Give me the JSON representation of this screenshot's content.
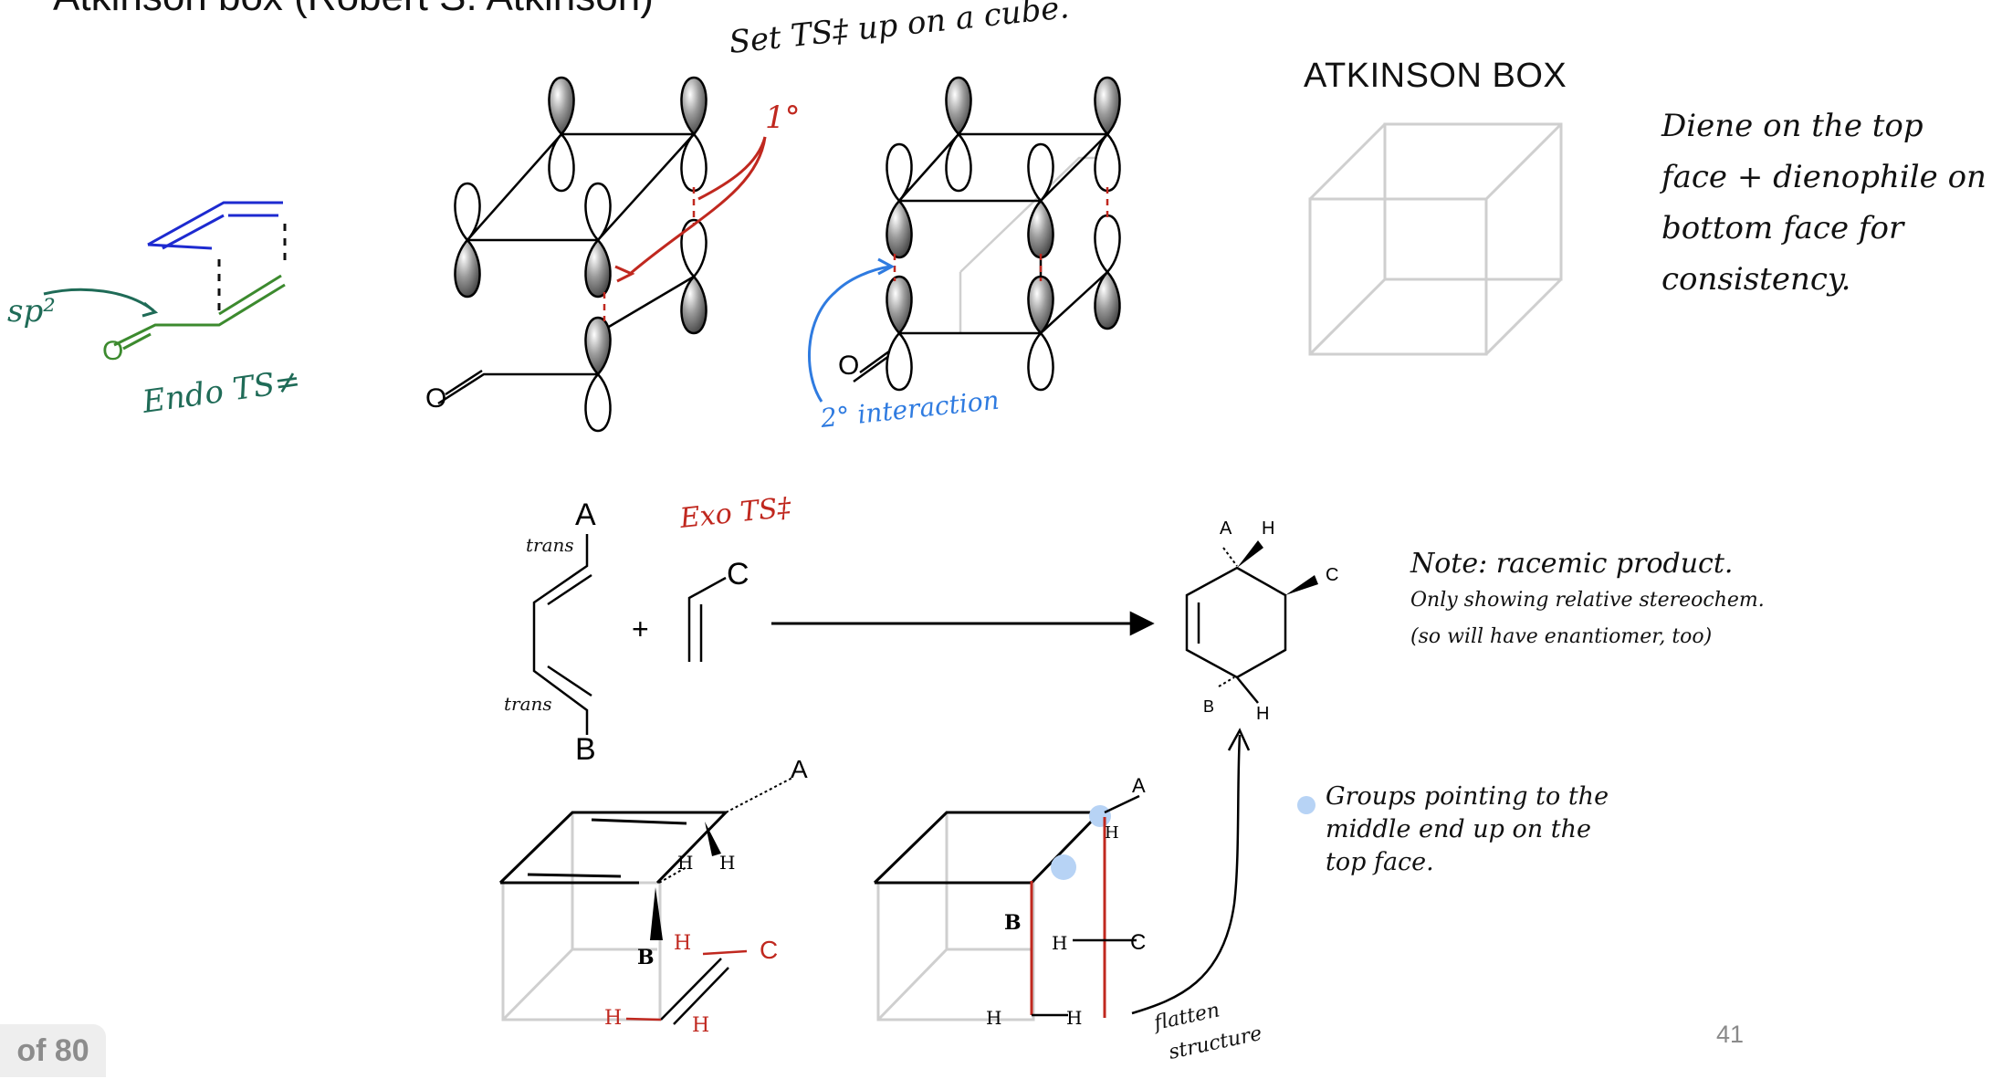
{
  "slide": {
    "title": "Atkinson box (Robert S. Atkinson)",
    "box_title": "ATKINSON BOX",
    "slide_number": "41",
    "page_indicator": "of 80"
  },
  "annotations": {
    "set_ts": "Set TS‡ up on a cube.",
    "primary": "1°",
    "secondary": "2° interaction",
    "sp2": "sp²",
    "endo": "Endo TS≠",
    "exo": "Exo TS‡",
    "trans_top": "trans",
    "trans_bottom": "trans",
    "flatten": [
      "flatten",
      "structure"
    ]
  },
  "notes": {
    "top_face": [
      "Diene on the top",
      "face + dienophile on",
      "bottom face for",
      "consistency."
    ],
    "racemic": [
      "Note: racemic product.",
      "Only showing relative stereochem.",
      "(so will have enantiomer, too)"
    ],
    "bullet": [
      "Groups pointing to the",
      "middle end up on the",
      "top face."
    ]
  },
  "reaction": {
    "plus": "+",
    "diene_subs": [
      "A",
      "B"
    ],
    "dienophile_sub": "C",
    "product_labels": [
      "A",
      "H",
      "C",
      "B",
      "H"
    ],
    "oxygen": "O"
  },
  "cube_labels": {
    "left": [
      "A",
      "H",
      "H",
      "B",
      "H",
      "C",
      "H",
      "H"
    ],
    "right": [
      "A",
      "H",
      "B",
      "H",
      "C",
      "H",
      "H"
    ]
  },
  "colors": {
    "red": "#c0281f",
    "blue": "#2f7be0",
    "green": "#3c8a2e",
    "teal": "#1f6b57",
    "navy": "#1d2ad0",
    "light_blue": "#b7d3f5",
    "cube_grey": "#cfcfcf"
  }
}
